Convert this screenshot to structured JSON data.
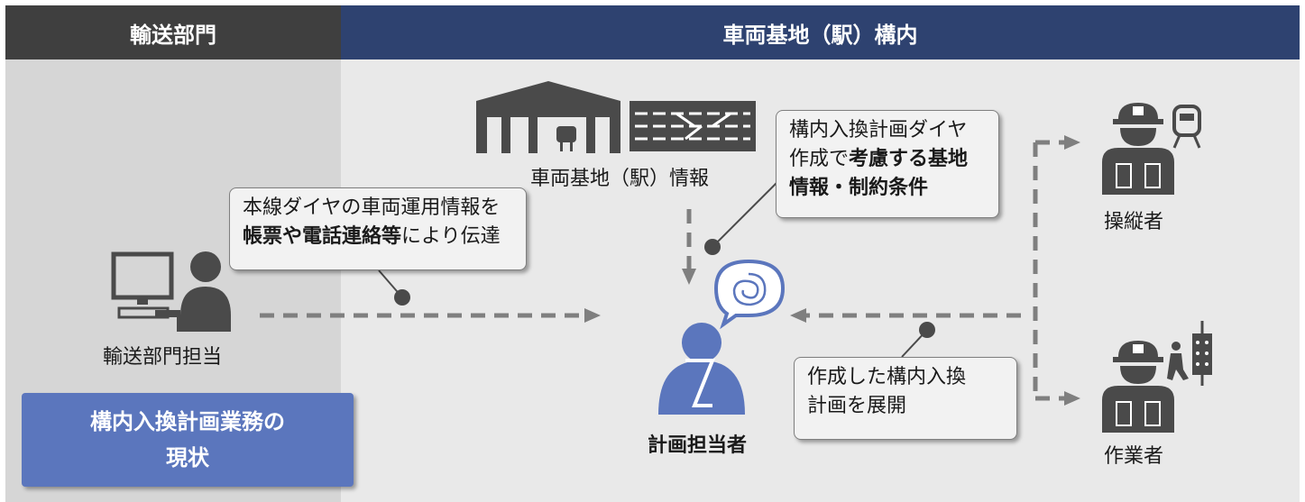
{
  "header": {
    "left_title": "輸送部門",
    "right_title": "車両基地（駅）構内"
  },
  "labels": {
    "depot_info": "車両基地（駅）情報",
    "transport_staff": "輸送部門担当",
    "planner": "計画担当者",
    "driver": "操縦者",
    "worker": "作業者"
  },
  "bubbles": {
    "transport_msg": {
      "line1": "本線ダイヤの車両運用情報を",
      "line2_bold": "帳票や電話連絡等",
      "line2_rest": "により伝達"
    },
    "plan_msg": {
      "line1": "構内入換計画ダイヤ",
      "line2_plain": "作成で",
      "line2_bold": "考慮する基地",
      "line3_bold": "情報・制約条件"
    },
    "deploy_msg": {
      "line1": "作成した構内入換",
      "line2": "計画を展開"
    }
  },
  "status_box": {
    "line1": "構内入換計画業務の",
    "line2": "現状"
  },
  "colors": {
    "header_left": "#3f3f3f",
    "header_right": "#2e4270",
    "panel_left": "#d6d6d6",
    "panel_right": "#e9e9e9",
    "accent_blue": "#5b76bd",
    "icon_gray": "#4a4a4a"
  },
  "icons": [
    "depot-building-icon",
    "track-layout-icon",
    "computer-user-icon",
    "planner-person-icon",
    "thought-bubble-icon",
    "driver-worker-icon",
    "train-icon",
    "field-worker-icon",
    "control-panel-icon"
  ]
}
